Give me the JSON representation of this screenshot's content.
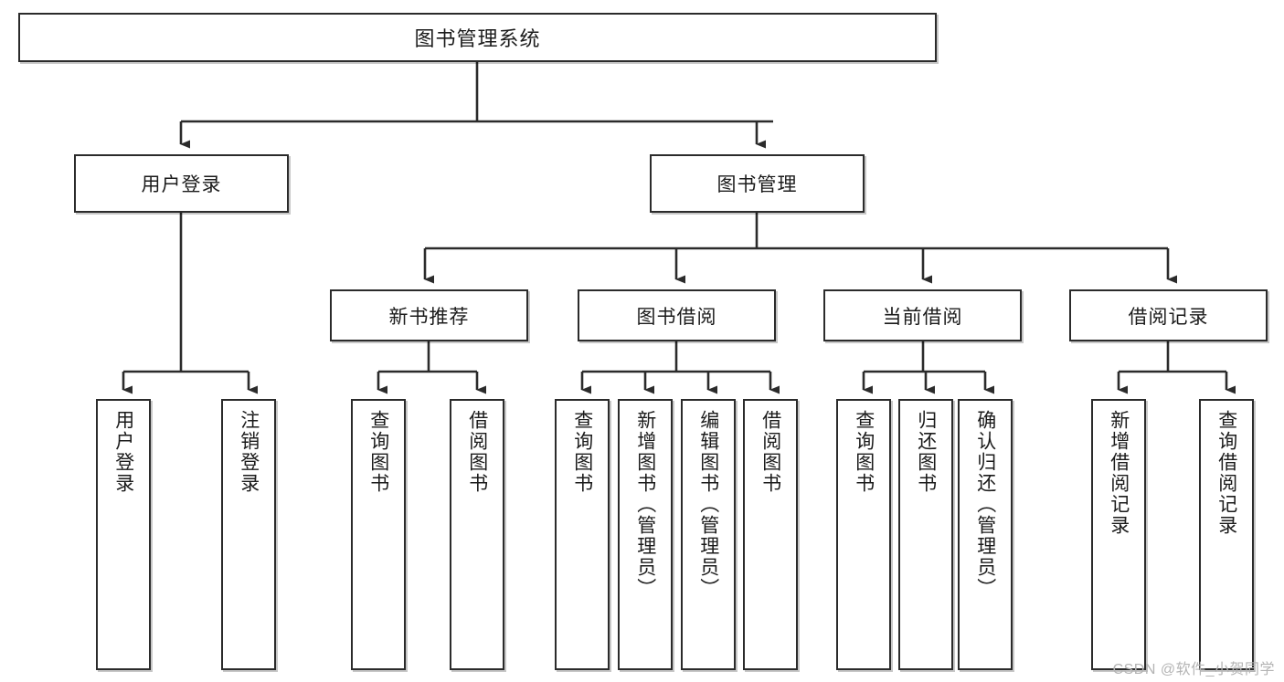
{
  "diagram": {
    "type": "tree",
    "root": {
      "label": "图书管理系统"
    },
    "level1": [
      {
        "label": "用户登录"
      },
      {
        "label": "图书管理"
      }
    ],
    "level2": [
      {
        "label": "新书推荐"
      },
      {
        "label": "图书借阅"
      },
      {
        "label": "当前借阅"
      },
      {
        "label": "借阅记录"
      }
    ],
    "leaves": {
      "user_login": [
        {
          "label": "用户登录"
        },
        {
          "label": "注销登录"
        }
      ],
      "new_book_recommend": [
        {
          "label": "查询图书"
        },
        {
          "label": "借阅图书"
        }
      ],
      "book_borrow": [
        {
          "label": "查询图书"
        },
        {
          "label": "新增图书（管理员）"
        },
        {
          "label": "编辑图书（管理员）"
        },
        {
          "label": "借阅图书"
        }
      ],
      "current_borrow": [
        {
          "label": "查询图书"
        },
        {
          "label": "归还图书"
        },
        {
          "label": "确认归还（管理员）"
        }
      ],
      "borrow_record": [
        {
          "label": "新增借阅记录"
        },
        {
          "label": "查询借阅记录"
        }
      ]
    }
  },
  "watermark": {
    "text": "CSDN @软件_小贺同学"
  },
  "colors": {
    "border": "#2b2b2b",
    "background": "#ffffff",
    "text": "#1b1b1b",
    "watermark": "#b4b4b4"
  }
}
